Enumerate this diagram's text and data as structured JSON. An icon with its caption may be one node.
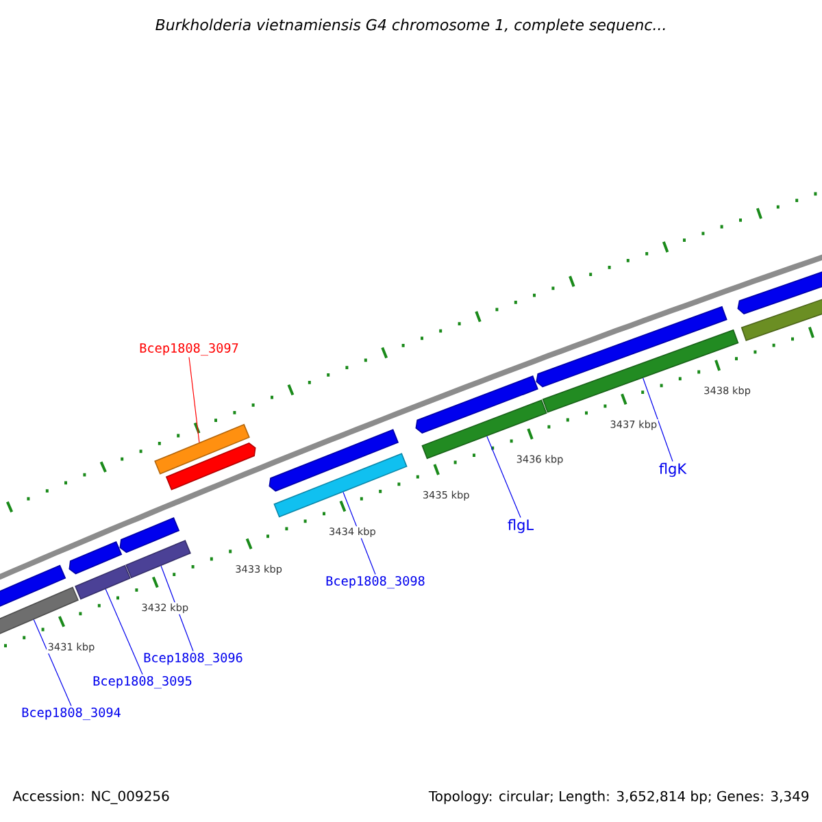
{
  "diagram": {
    "title": "Burkholderia vietnamiensis G4 chromosome 1, complete sequenc...",
    "nodes": [
      {
        "text": [
          "Bcep1808_3097"
        ]
      },
      {
        "text": [
          "Bcep1808_3098"
        ]
      },
      {
        "text": [
          "flgL"
        ]
      },
      {
        "text": [
          "flgK"
        ]
      },
      {
        "text": [
          "Bcep1808_3096"
        ]
      },
      {
        "text": [
          "Bcep1808_3095"
        ]
      },
      {
        "text": [
          "Bcep1808_3094"
        ]
      },
      {
        "text": [],
        "shape": "arrow"
      },
      {
        "text": [],
        "shape": "bar"
      },
      {
        "text": [],
        "shape": "arrow"
      },
      {
        "text": [],
        "shape": "bar"
      },
      {
        "text": [],
        "shape": "arrow"
      },
      {
        "text": [],
        "shape": "bar"
      },
      {
        "text": [],
        "shape": "bar"
      },
      {
        "text": [],
        "shape": "arrow"
      },
      {
        "text": [],
        "shape": "arrow"
      },
      {
        "text": [],
        "shape": "bar"
      },
      {
        "text": [],
        "shape": "arrow"
      },
      {
        "text": [],
        "shape": "bar"
      },
      {
        "text": [],
        "shape": "arrow"
      },
      {
        "text": [],
        "shape": "bar"
      },
      {
        "text": [],
        "shape": "arrow"
      },
      {
        "text": [],
        "shape": "bar"
      }
    ],
    "edges": [
      {
        "from": 0,
        "to": 13,
        "arrow": "none",
        "color": "#ff0000"
      },
      {
        "from": 1,
        "to": 16,
        "arrow": "none"
      },
      {
        "from": 2,
        "to": 18,
        "arrow": "none"
      },
      {
        "from": 3,
        "to": 20,
        "arrow": "none"
      },
      {
        "from": 4,
        "to": 12,
        "arrow": "none"
      },
      {
        "from": 5,
        "to": 10,
        "arrow": "none"
      },
      {
        "from": 6,
        "to": 8,
        "arrow": "none"
      }
    ],
    "labels": [
      "3431 kbp",
      "3432 kbp",
      "3433 kbp",
      "3434 kbp",
      "3435 kbp",
      "3436 kbp",
      "3437 kbp",
      "3438 kbp",
      "Accession: NC_009256",
      "Topology: circular; Length: 3,652,814 bp; Genes: 3,349"
    ]
  }
}
